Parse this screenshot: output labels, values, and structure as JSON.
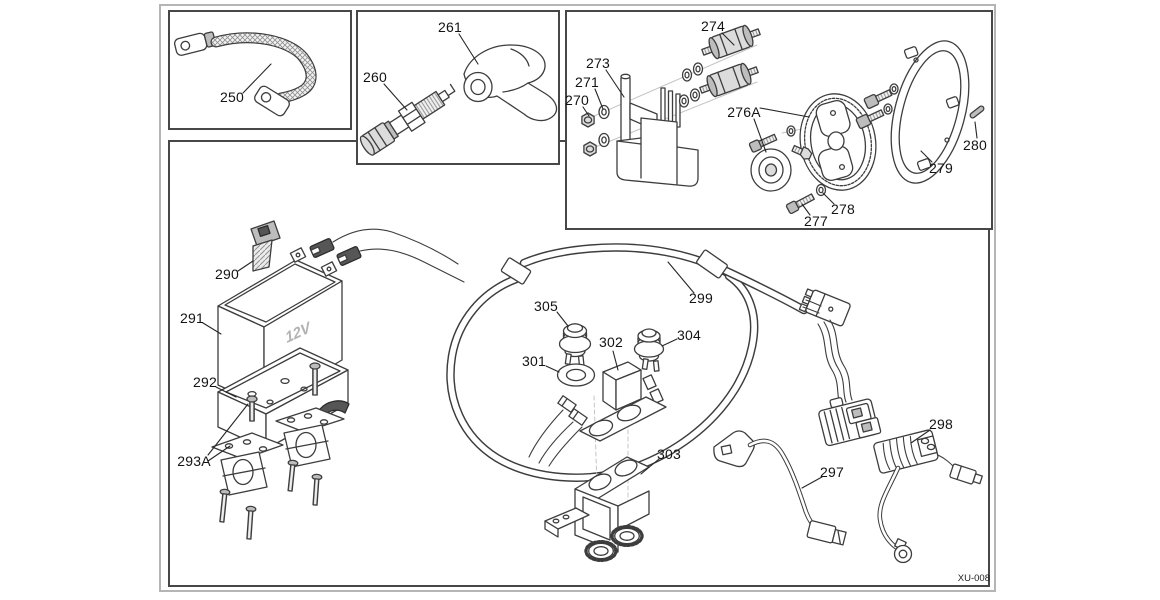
{
  "drawing": {
    "code_label": "XU-008",
    "battery_marking": "12V"
  },
  "callouts": [
    {
      "part": "250"
    },
    {
      "part": "260"
    },
    {
      "part": "261"
    },
    {
      "part": "270"
    },
    {
      "part": "271"
    },
    {
      "part": "273"
    },
    {
      "part": "274"
    },
    {
      "part": "276A"
    },
    {
      "part": "277"
    },
    {
      "part": "278"
    },
    {
      "part": "279"
    },
    {
      "part": "280"
    },
    {
      "part": "290"
    },
    {
      "part": "291"
    },
    {
      "part": "292"
    },
    {
      "part": "293A"
    },
    {
      "part": "297"
    },
    {
      "part": "298"
    },
    {
      "part": "299"
    },
    {
      "part": "301"
    },
    {
      "part": "302"
    },
    {
      "part": "303"
    },
    {
      "part": "304"
    },
    {
      "part": "305"
    }
  ],
  "colors": {
    "line_art": "#3d3d3d",
    "panel_border": "#474747",
    "outer_frame": "#b5b5b5",
    "background": "#ffffff",
    "battery_marking_gray": "#b2b2b2"
  }
}
